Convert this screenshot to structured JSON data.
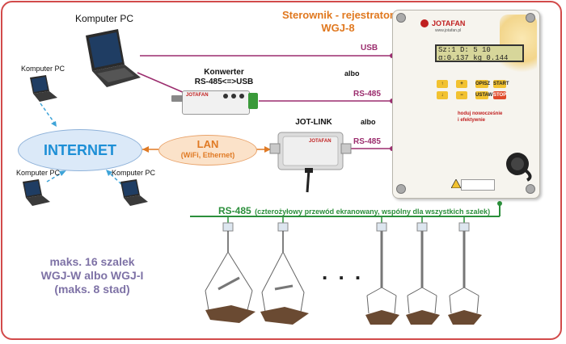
{
  "computers": {
    "main": "Komputer PC",
    "left": "Komputer PC",
    "bottom_left": "Komputer PC",
    "bottom_right": "Komputer PC"
  },
  "internet": "INTERNET",
  "lan": {
    "title": "LAN",
    "subtitle": "(WiFi, Ethernet)"
  },
  "converter": {
    "line1": "Konwerter",
    "line2": "RS-485<=>USB",
    "brand": "JOTAFAN"
  },
  "jotlink": {
    "label": "JOT-LINK",
    "brand": "JOTAFAN"
  },
  "links": {
    "usb": "USB",
    "rs485_a": "RS-485",
    "rs485_b": "RS-485",
    "albo_1": "albo",
    "albo_2": "albo"
  },
  "controller": {
    "title_line1": "Sterownik - rejestrator",
    "title_line2": "WGJ-8",
    "brand": "JOTAFAN",
    "website": "www.jotafan.pl",
    "display_line1": "Sz:1 D: 5   10",
    "display_line2": "α:0.137 kg 0.144",
    "slogan_line1": "hoduj nowocześnie",
    "slogan_line2": "i efektywnie",
    "buttons": [
      "↑",
      "+",
      "OPISZ",
      "START",
      "↓",
      "−",
      "USTAW",
      "STOP"
    ]
  },
  "bus": {
    "label": "RS-485",
    "description": "(czterożyłowy przewód ekranowany, wspólny dla wszystkich szalek)"
  },
  "max_info": {
    "line1": "maks. 16 szalek",
    "line2": "WGJ-W albo WGJ-I",
    "line3": "(maks. 8 stad)"
  },
  "ellipsis": ". . .",
  "colors": {
    "frame": "#d24a4a",
    "link": "#9b2d6e",
    "bus": "#2b8f3b",
    "internet": "#1d8fd6",
    "lan": "#e07a24",
    "title": "#e0781f"
  }
}
